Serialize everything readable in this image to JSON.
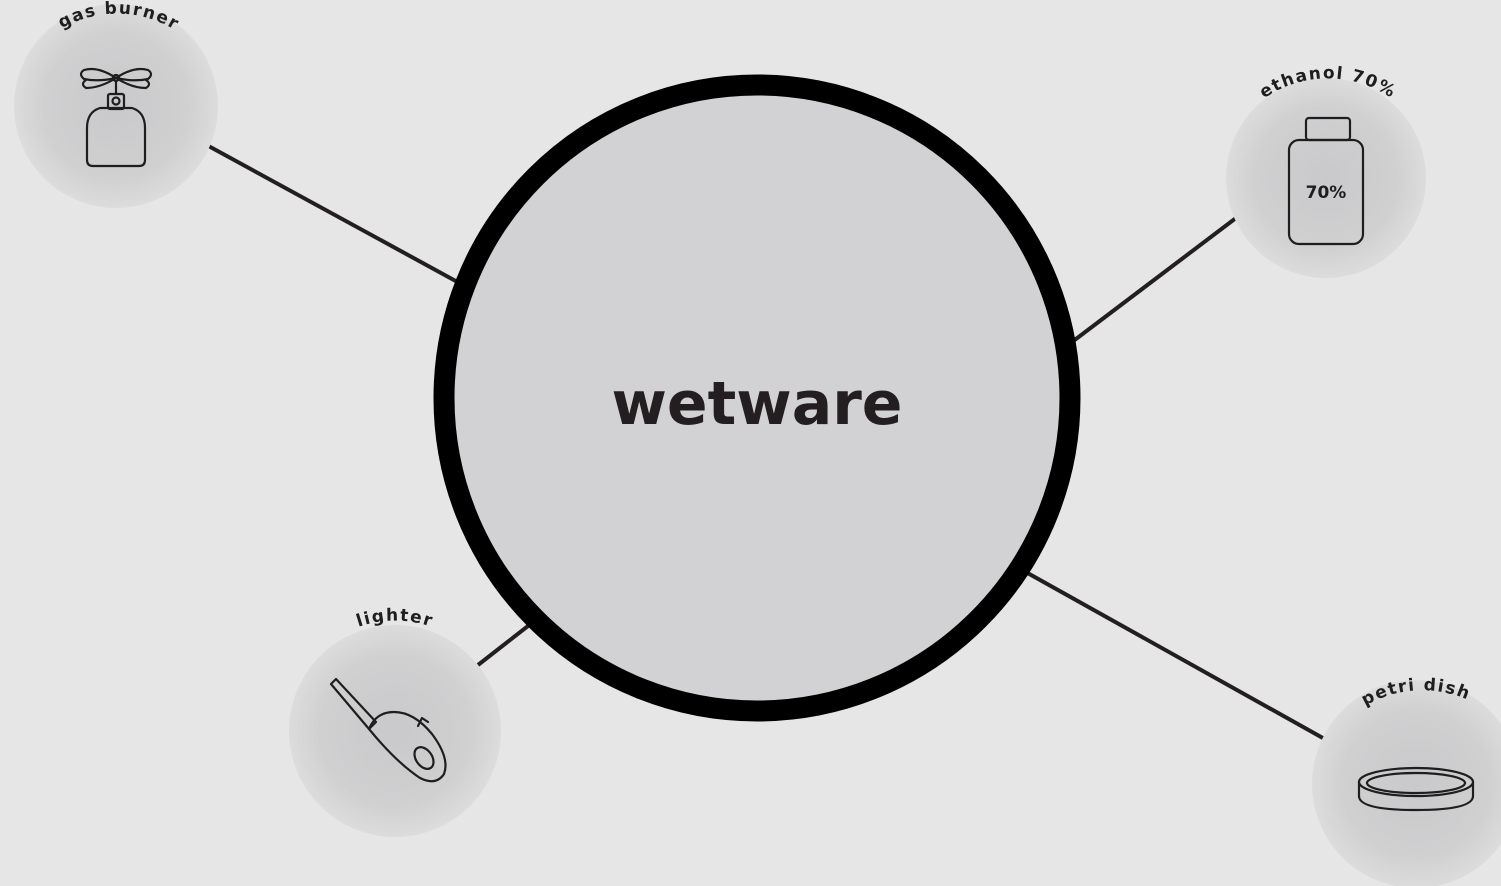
{
  "diagram": {
    "center": {
      "label": "wetware"
    },
    "nodes": [
      {
        "id": "gas-burner",
        "label": "gas burner",
        "icon": "gas-burner-icon"
      },
      {
        "id": "ethanol",
        "label": "ethanol 70%",
        "icon": "ethanol-bottle-icon",
        "icon_text": "70%"
      },
      {
        "id": "lighter",
        "label": "lighter",
        "icon": "lighter-icon"
      },
      {
        "id": "petri-dish",
        "label": "petri dish",
        "icon": "petri-dish-icon"
      }
    ],
    "colors": {
      "background": "#e6e6e6",
      "center_fill": "#d2d2d4",
      "center_stroke": "#000000",
      "node_fill": "#d3d3d3",
      "connector": "#231f20",
      "text": "#231f20"
    }
  }
}
